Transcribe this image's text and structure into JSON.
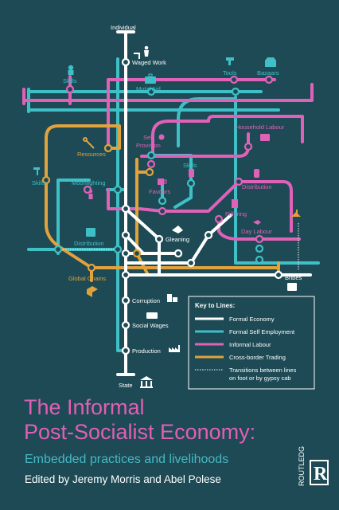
{
  "map": {
    "stations": {
      "individual": "Individual",
      "waged_work": "Waged Work",
      "skills_top": "Skills",
      "mutal_aid": "Mutal Aid",
      "tools": "Tools",
      "bazaars": "Bazaars",
      "household_labour": "Household Labour",
      "self_provision": "Self\nProvision",
      "resources": "Resources",
      "skills_left": "Skills",
      "moonlighting": "Moonlighting",
      "skills_mid": "Skills",
      "favours": "Favours",
      "distribution_right": "Distribution",
      "pilfering": "Pilfering",
      "day_labour": "Day Labour",
      "gleaning": "Gleaning",
      "distribution_left": "Distribution",
      "global_chains": "Global Chains",
      "bribes": "Bribes",
      "corruption": "Corruption",
      "social_wages": "Social Wages",
      "production": "Production",
      "state": "State"
    },
    "colors": {
      "background": "#1d4a55",
      "formal": "#ffffff",
      "self_employment": "#3fc0c6",
      "informal": "#e062b8",
      "cross_border": "#e2a23c"
    }
  },
  "key": {
    "title": "Key to Lines:",
    "formal": "Formal Economy",
    "self_employment": "Formal Self Employment",
    "informal": "Informal Labour",
    "cross_border": "Cross-border Trading",
    "transitions_1": "Transitions between lines",
    "transitions_2": "on foot or by gypsy cab"
  },
  "cover": {
    "title_line1": "The Informal",
    "title_line2": "Post-Socialist Economy:",
    "subtitle": "Embedded practices and livelihoods",
    "editors": "Edited by Jeremy Morris and Abel Polese",
    "publisher": "ROUTLEDGE",
    "publisher_logo": "R"
  }
}
